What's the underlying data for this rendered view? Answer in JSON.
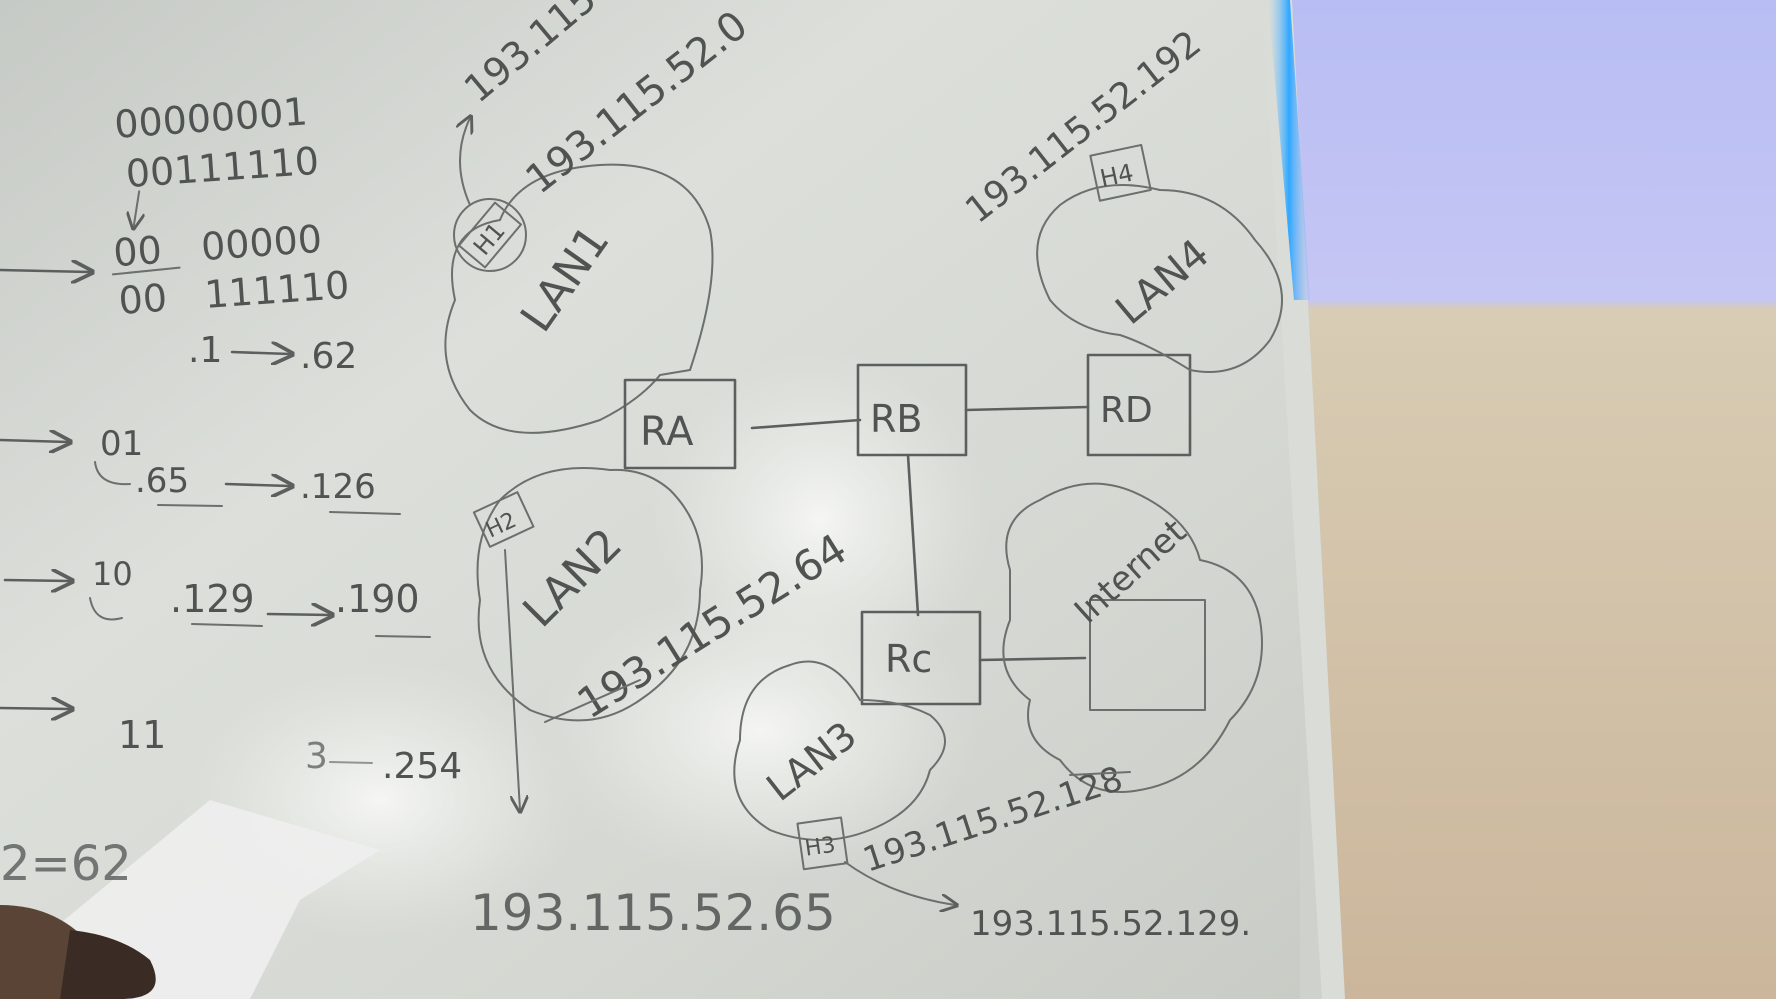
{
  "board": {
    "binary": {
      "row1": "00000001",
      "row2": "00111110",
      "row3_prefix": "00",
      "row3_rest": "00000",
      "row4_prefix": "00",
      "row4_rest": "111110"
    },
    "ranges": [
      {
        "bits": "",
        "from": ".1",
        "to": ".62"
      },
      {
        "bits": "01",
        "from": ".65",
        "to": ".126"
      },
      {
        "bits": "10",
        "from": ".129",
        "to": ".190"
      },
      {
        "bits": "11",
        "from": "3",
        "to": ".254"
      }
    ],
    "partial": "2=62",
    "ip_top_fragment": "193.115",
    "ip_lan1": "193.115.52.0",
    "ip_lan4": "193.115.52.192",
    "ip_lan2": "193.115.52.64",
    "ip_lan3": "193.115.52.128",
    "ip_h2": "193.115.52.65",
    "ip_h3": "193.115.52.129."
  },
  "network": {
    "lans": [
      "LAN1",
      "LAN2",
      "LAN3",
      "LAN4"
    ],
    "routers": [
      "RA",
      "RB",
      "Rc",
      "RD"
    ],
    "hosts": [
      "H1",
      "H2",
      "H3",
      "H4"
    ],
    "internet": "Internet"
  }
}
